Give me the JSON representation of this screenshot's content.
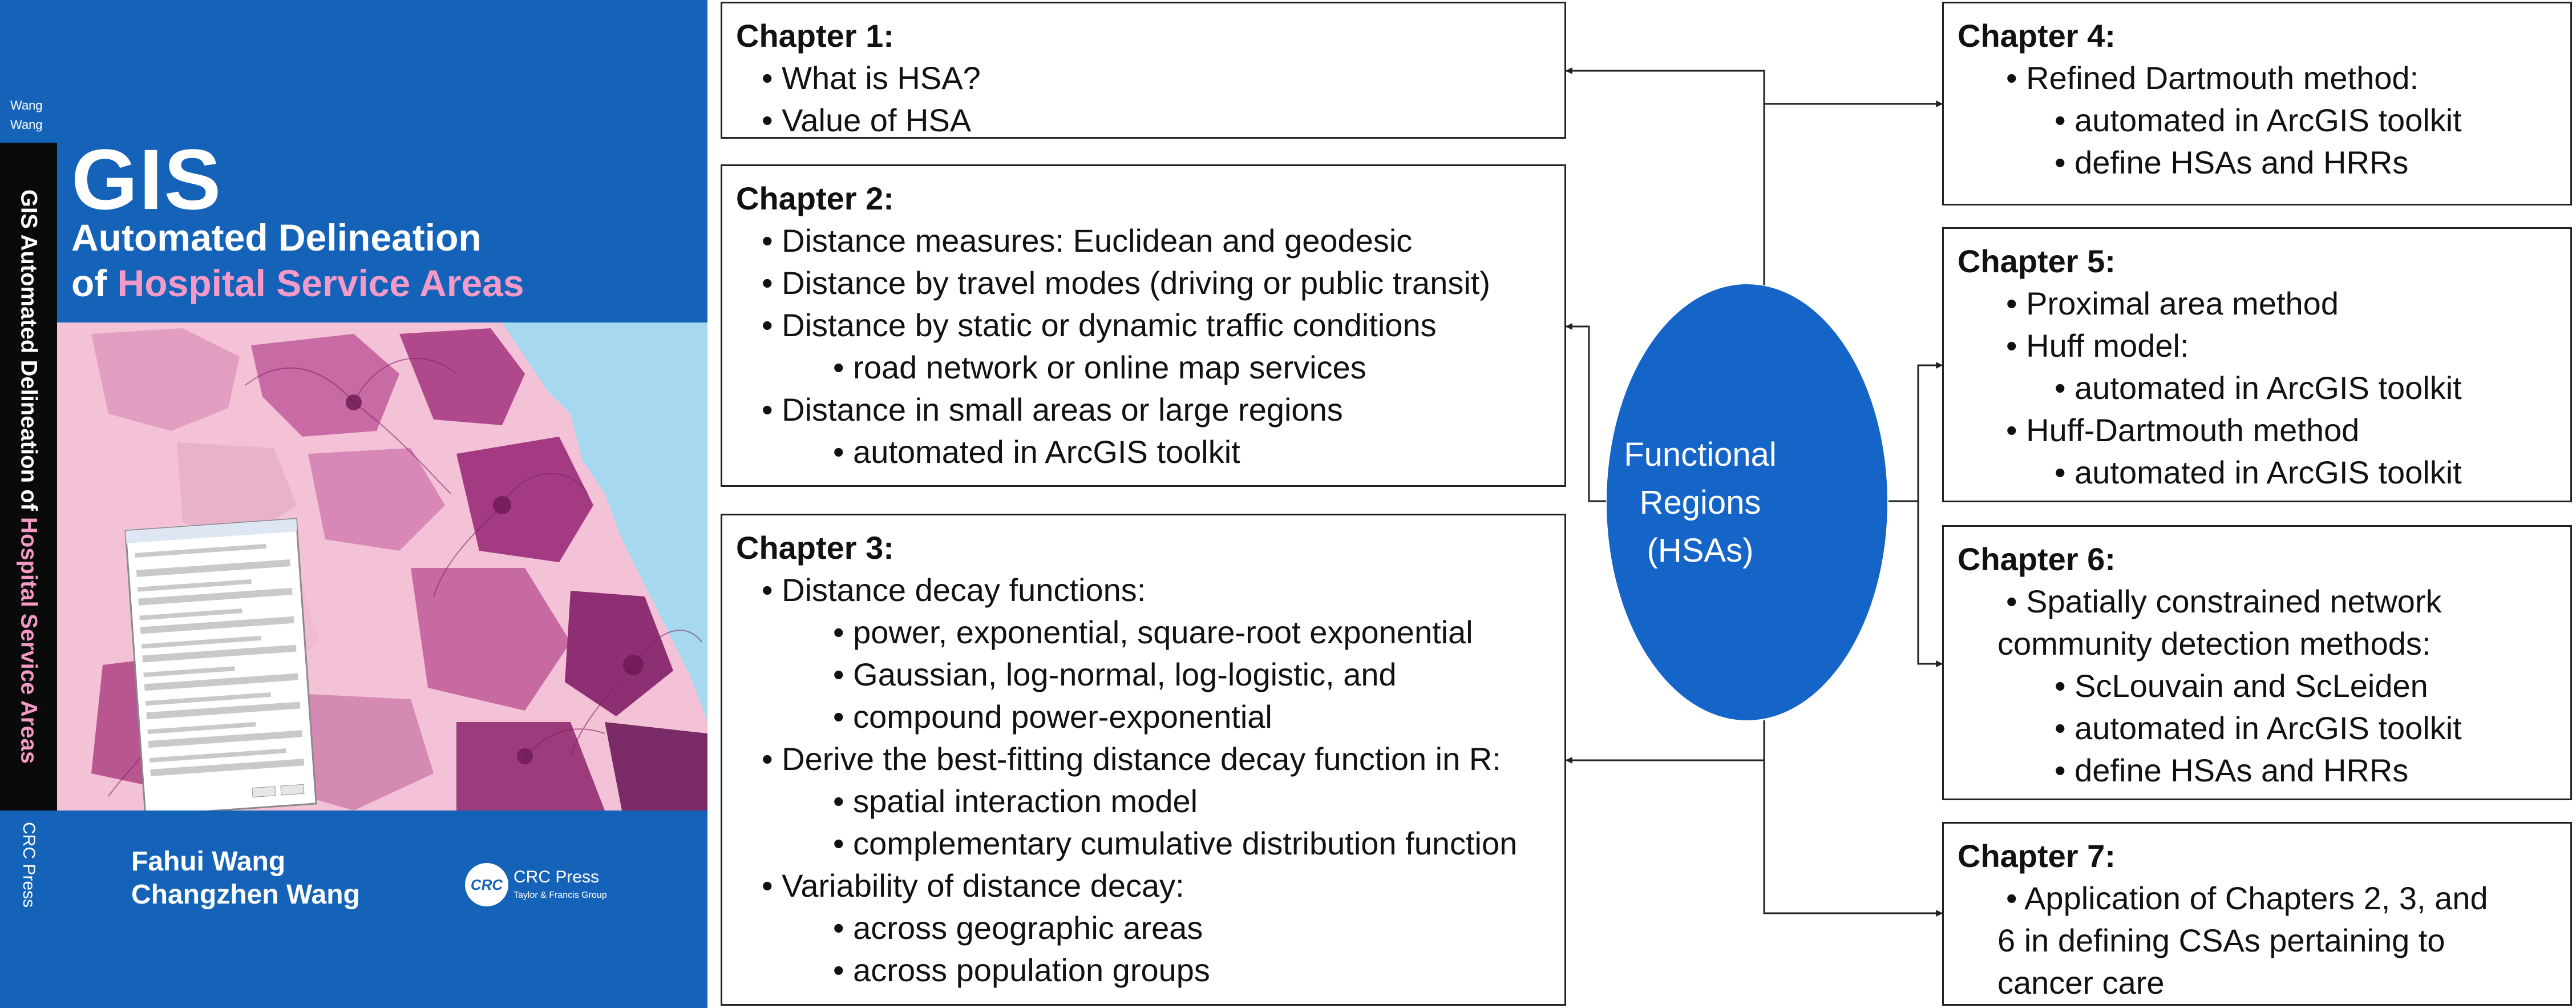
{
  "cover": {
    "spine_author_1": "Wang",
    "spine_author_2": "Wang",
    "spine_title_main": "GIS Automated Delineation of ",
    "spine_title_highlight": "Hospital Service Areas",
    "spine_publisher": "CRC Press",
    "title_main": "GIS",
    "subtitle_line1": "Automated Delineation",
    "subtitle_line2_prefix": "of ",
    "subtitle_line2_highlight": "Hospital Service Areas",
    "author_1": "Fahui Wang",
    "author_2": "Changzhen Wang",
    "publisher": "CRC Press",
    "publisher_tagline": "Taylor & Francis Group",
    "publisher_logo_text": "CRC",
    "colors": {
      "background": "#1463b8",
      "highlight": "#f59ac7"
    }
  },
  "hub": {
    "line1": "Functional",
    "line2": "Regions",
    "line3": "(HSAs)",
    "color": "#1565c8"
  },
  "chapters": {
    "ch1": {
      "title": "Chapter 1:",
      "items": [
        "• What is HSA?",
        "• Value of HSA"
      ]
    },
    "ch2": {
      "title": "Chapter 2:",
      "items": [
        "• Distance measures: Euclidean and geodesic",
        "• Distance by travel modes (driving or public transit)",
        "• Distance by static or dynamic traffic conditions",
        "• road network or online map services",
        "• Distance in small areas or large regions",
        "• automated in ArcGIS toolkit"
      ]
    },
    "ch3": {
      "title": "Chapter 3:",
      "items": [
        "• Distance decay functions:",
        "• power, exponential, square-root exponential",
        "• Gaussian, log-normal, log-logistic, and",
        "• compound power-exponential",
        "• Derive the best-fitting distance decay function in R:",
        "• spatial interaction model",
        "• complementary cumulative distribution function",
        "• Variability of distance decay:",
        "• across geographic areas",
        "• across population groups"
      ]
    },
    "ch4": {
      "title": "Chapter 4:",
      "items": [
        "• Refined Dartmouth method:",
        "• automated in ArcGIS toolkit",
        "• define HSAs and HRRs"
      ]
    },
    "ch5": {
      "title": "Chapter 5:",
      "items": [
        "• Proximal area method",
        "• Huff model:",
        "• automated in ArcGIS toolkit",
        "• Huff-Dartmouth method",
        "• automated in ArcGIS toolkit"
      ]
    },
    "ch6": {
      "title": "Chapter 6:",
      "items": [
        "• Spatially constrained network",
        "community detection methods:",
        "• ScLouvain and ScLeiden",
        "• automated in ArcGIS toolkit",
        "• define HSAs and HRRs"
      ]
    },
    "ch7": {
      "title": "Chapter 7:",
      "items": [
        "• Application of Chapters 2, 3, and",
        "6 in defining CSAs pertaining to",
        "cancer care"
      ]
    }
  }
}
